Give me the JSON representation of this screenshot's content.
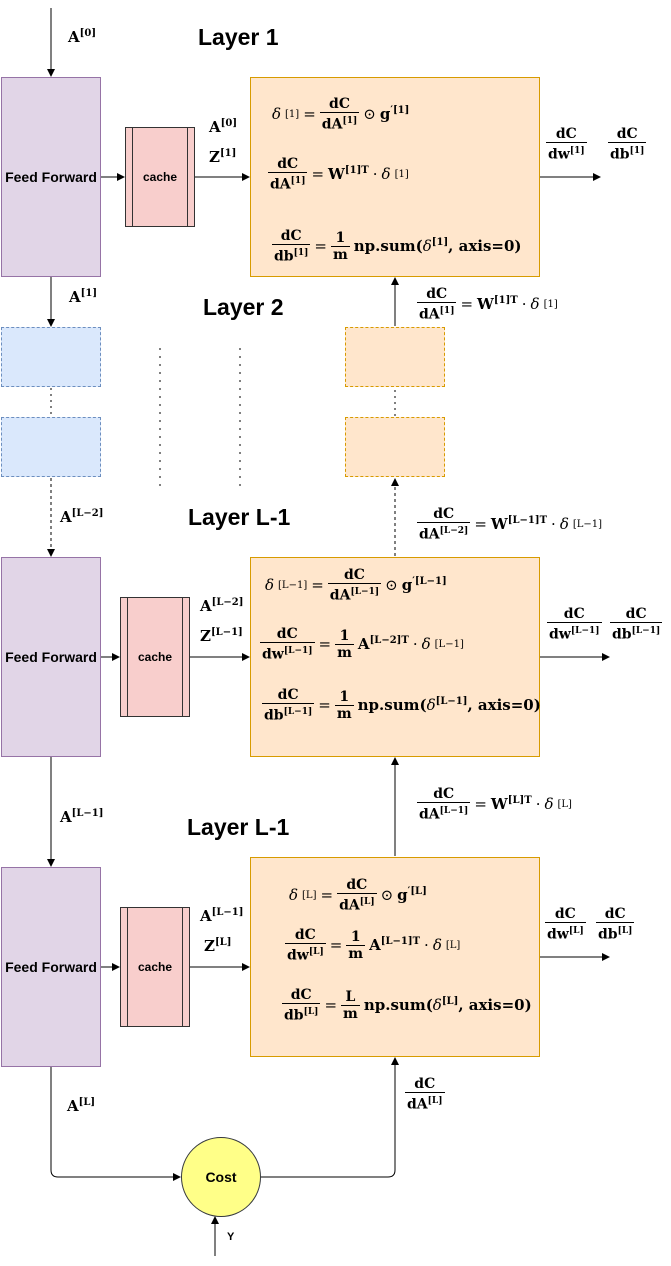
{
  "titles": {
    "layer1": "Layer 1",
    "layer2": "Layer 2",
    "layerL1": "Layer L-1",
    "layerL": "Layer L-1"
  },
  "blocks": {
    "feed_forward": "Feed Forward",
    "cache": "cache",
    "cost": "Cost",
    "y": "Y"
  },
  "symbols": {
    "A": "A",
    "Z": "Z",
    "W": "W",
    "C": "C",
    "d": "d",
    "delta": "δ",
    "g": "g",
    "w": "w",
    "b": "b",
    "m": "m",
    "L": "L",
    "one": "1",
    "eq": "=",
    "odot": "⊙",
    "cdot": "·",
    "prime": "′",
    "npsum": "np.sum(",
    "axis": ", axis=0)"
  },
  "sup": {
    "s0": "[0]",
    "s1": "[1]",
    "sL2": "[L−2]",
    "sL1": "[L−1]",
    "sL": "[L]",
    "s1T": "[1]T",
    "sL1T": "[L−1]T",
    "sLT": "[L]T",
    "sL2T": "[L−2]T"
  }
}
